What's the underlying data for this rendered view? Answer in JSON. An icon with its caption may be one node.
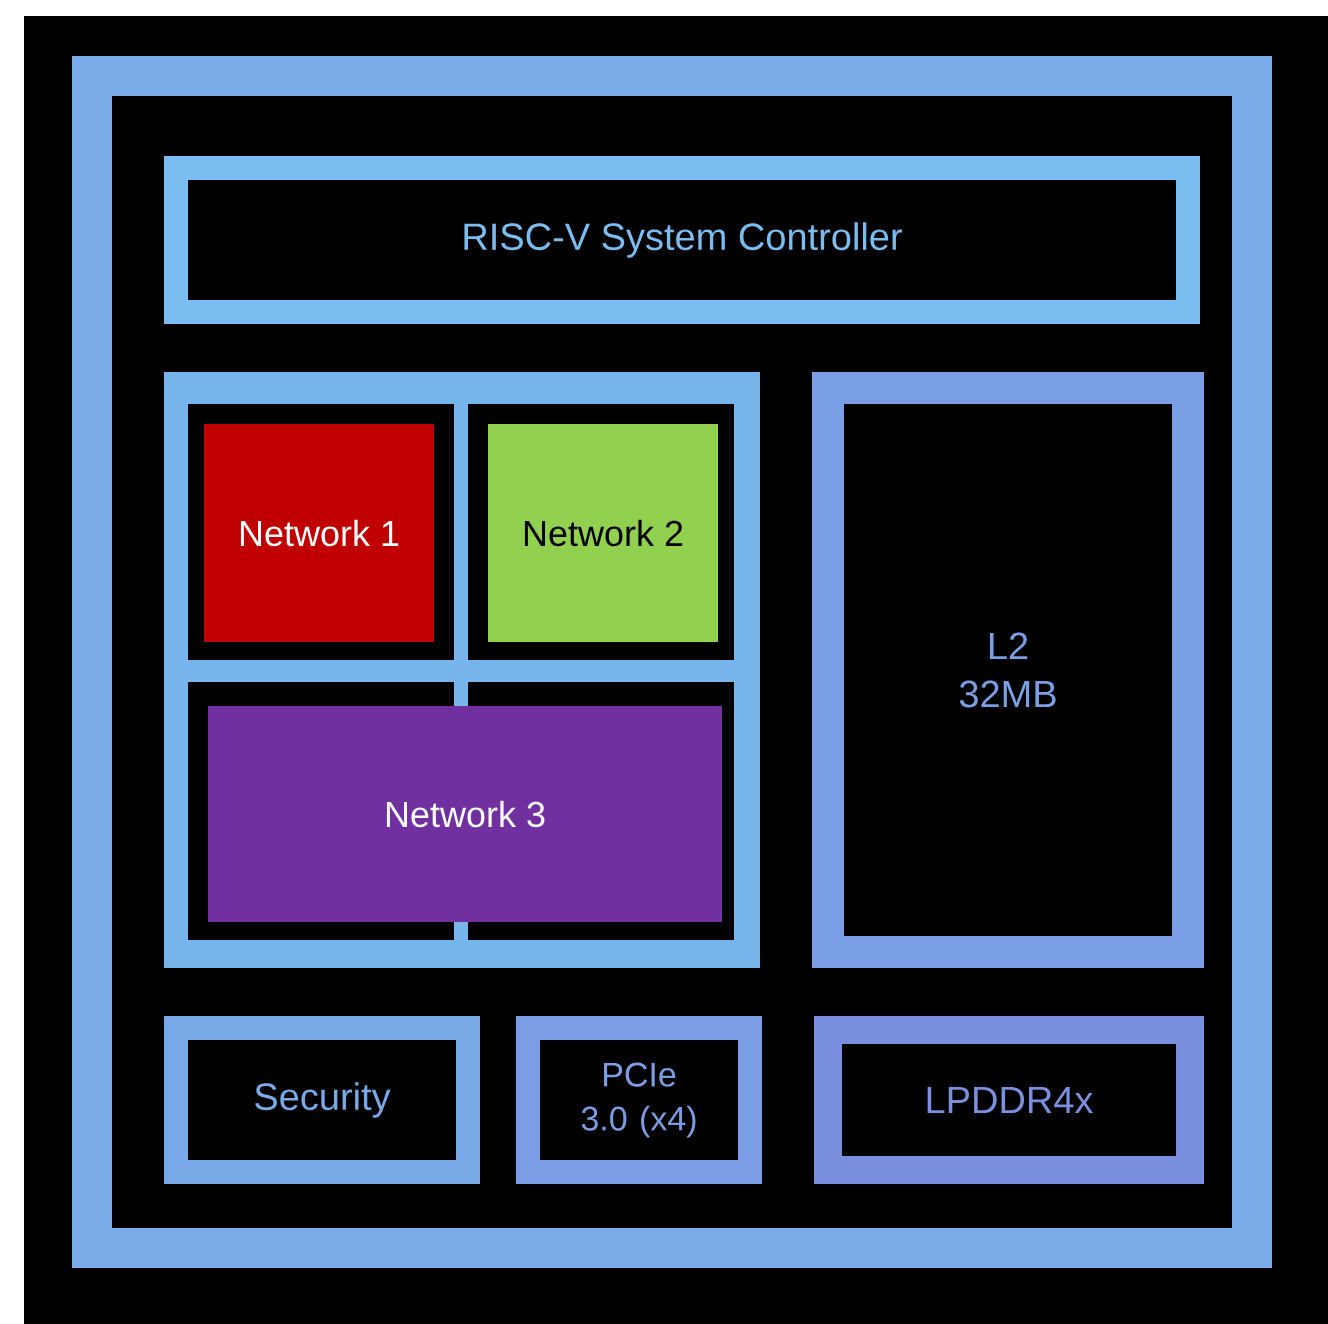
{
  "diagram": {
    "nodes": [
      {
        "text": [],
        "shape": "box"
      },
      {
        "text": [
          "RISC-V System Controller"
        ],
        "in": 0
      },
      {
        "text": [],
        "shape": "box",
        "in": 0
      },
      {
        "text": [
          "Network 1"
        ],
        "in": 2
      },
      {
        "text": [
          "Network 2"
        ],
        "in": 2
      },
      {
        "text": [
          "Network 3"
        ],
        "in": 2
      },
      {
        "text": [
          "L2 32MB"
        ],
        "in": 0
      },
      {
        "text": [
          "Security"
        ],
        "in": 0
      },
      {
        "text": [
          "PCIe 3.0 (x4)"
        ],
        "in": 0
      },
      {
        "text": [
          "LPDDR4x"
        ],
        "in": 0
      }
    ]
  }
}
